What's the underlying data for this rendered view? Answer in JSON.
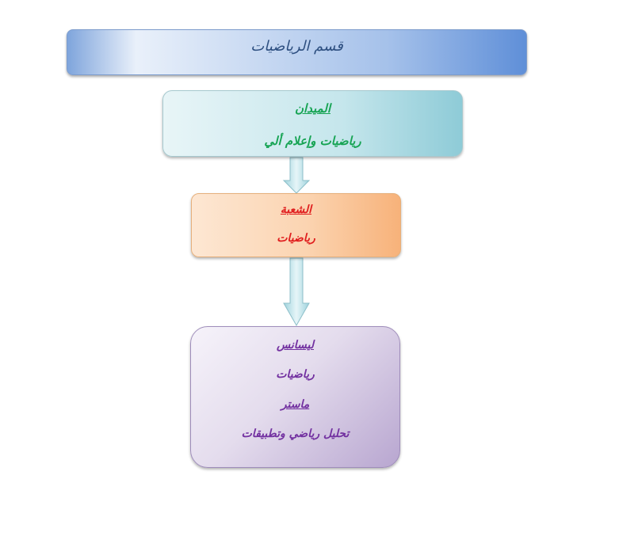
{
  "title": "قسم الرياضيات",
  "domain": {
    "heading": "الميدان",
    "value": "رياضيات وإعلام ألي"
  },
  "branch": {
    "heading": "الشعبة",
    "value": "رياضيات"
  },
  "degrees": {
    "licence_heading": "ليسانس",
    "licence_value": "رياضيات",
    "master_heading": "ماستر",
    "master_value": "تحليل رياضي وتطبيقات"
  },
  "colors": {
    "domain_text": "#17a454",
    "branch_text": "#e01e1e",
    "degrees_text": "#7230a0",
    "title_text": "#2d4f80"
  }
}
